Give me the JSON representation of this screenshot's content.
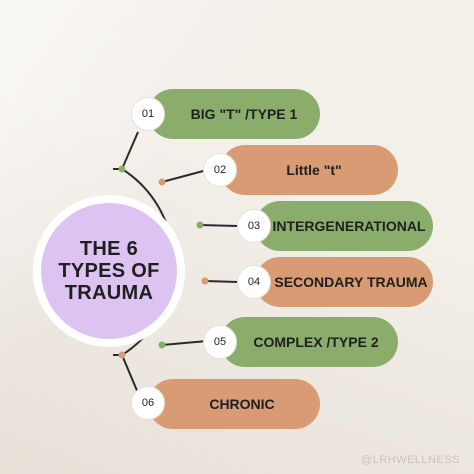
{
  "center": {
    "title": "THE 6 TYPES OF TRAUMA"
  },
  "types": [
    {
      "number": "01",
      "label": "BIG \"T\" /TYPE 1"
    },
    {
      "number": "02",
      "label": "Little \"t\""
    },
    {
      "number": "03",
      "label": "INTERGENERATIONAL"
    },
    {
      "number": "04",
      "label": "SECONDARY TRAUMA"
    },
    {
      "number": "05",
      "label": "COMPLEX /TYPE 2"
    },
    {
      "number": "06",
      "label": "CHRONIC"
    }
  ],
  "watermark": "@LRHWELLNESS",
  "colors": {
    "background": "#f3efe9",
    "green": "#8bad6c",
    "orange": "#d89b73",
    "center": "#dcc3f2",
    "line": "#2b2b2b"
  }
}
